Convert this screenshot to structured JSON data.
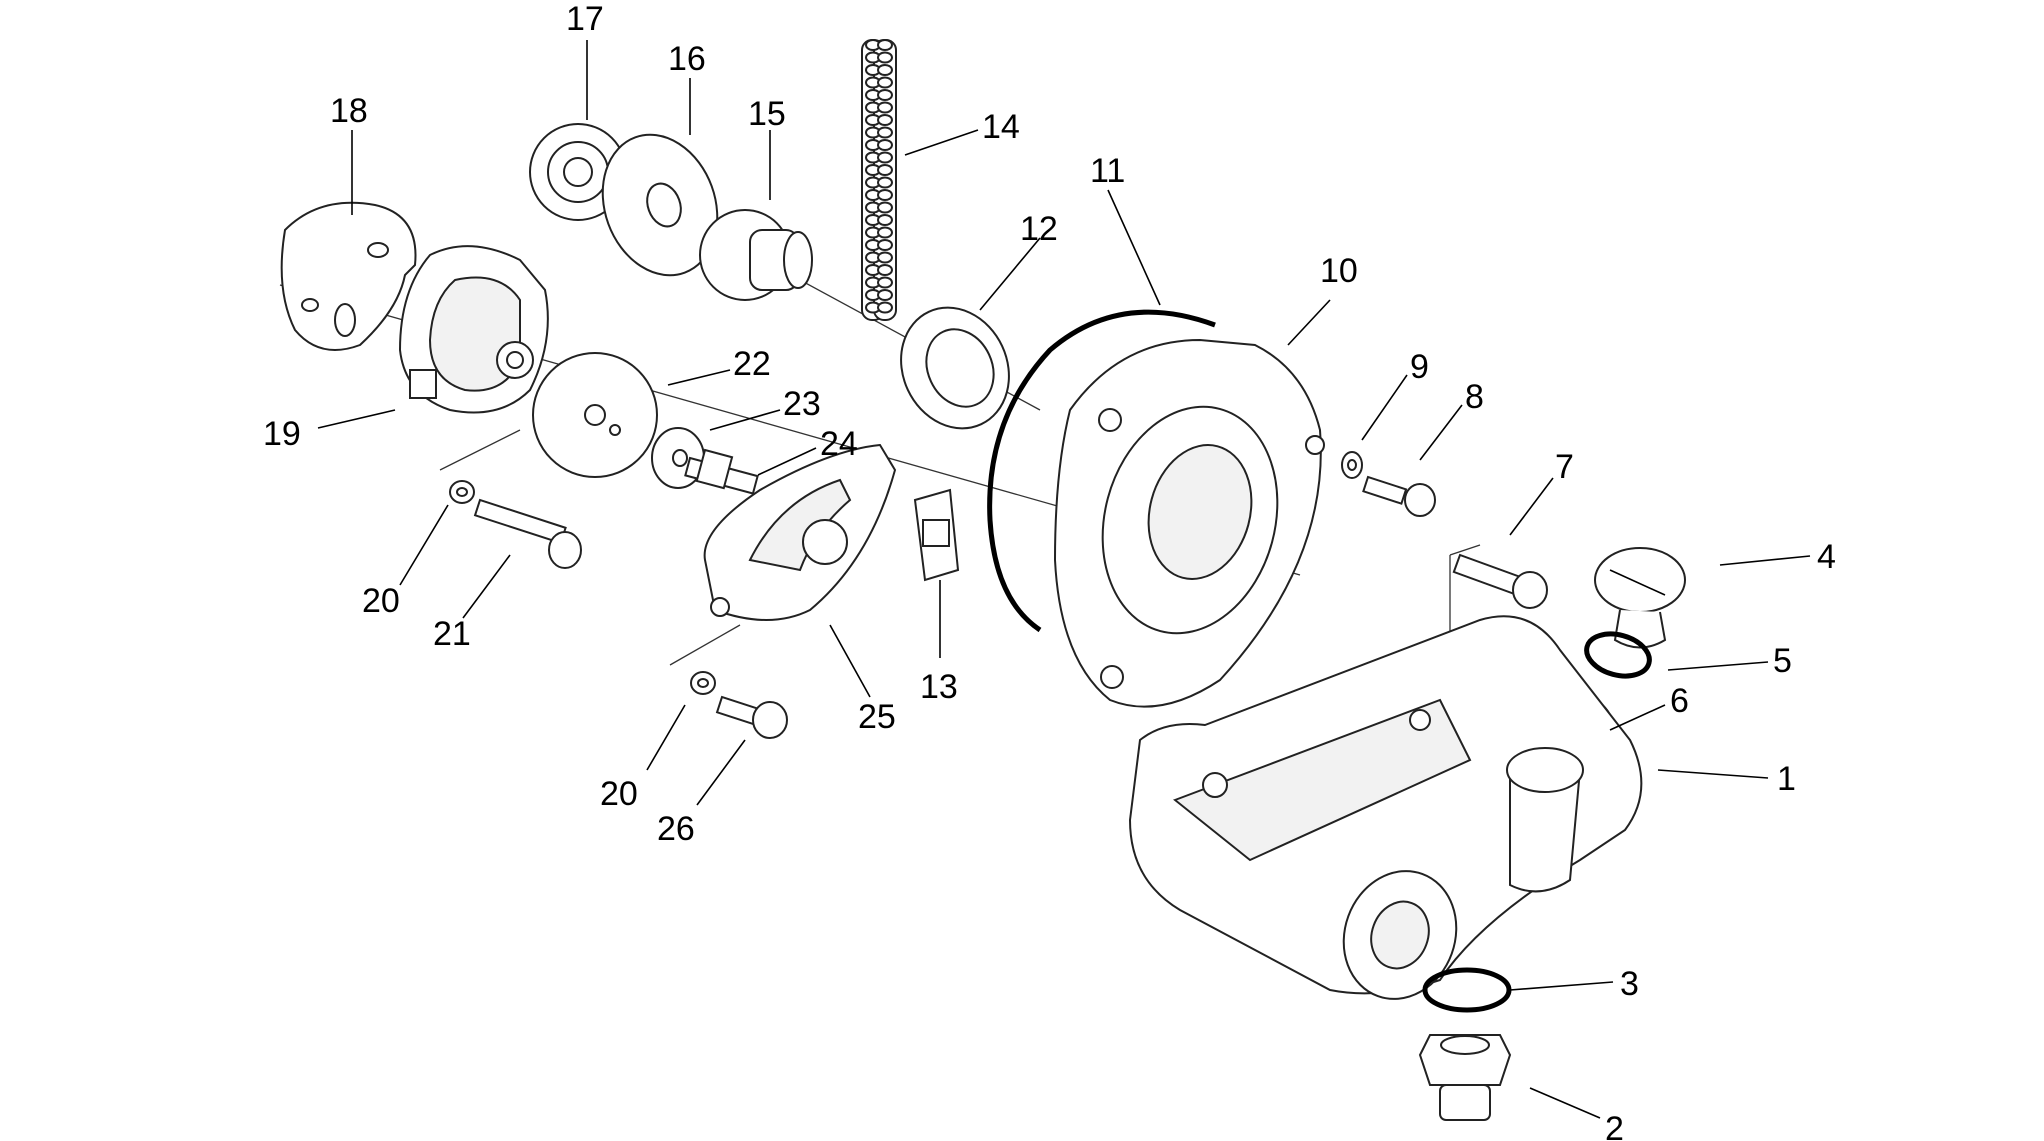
{
  "labels": {
    "p1": "1",
    "p2": "2",
    "p3": "3",
    "p4": "4",
    "p5": "5",
    "p6": "6",
    "p7": "7",
    "p8": "8",
    "p9": "9",
    "p10": "10",
    "p11": "11",
    "p12": "12",
    "p13": "13",
    "p14": "14",
    "p15": "15",
    "p16": "16",
    "p17": "17",
    "p18": "18",
    "p19": "19",
    "p20a": "20",
    "p20b": "20",
    "p21": "21",
    "p22": "22",
    "p23": "23",
    "p24": "24",
    "p25": "25",
    "p26": "26"
  }
}
